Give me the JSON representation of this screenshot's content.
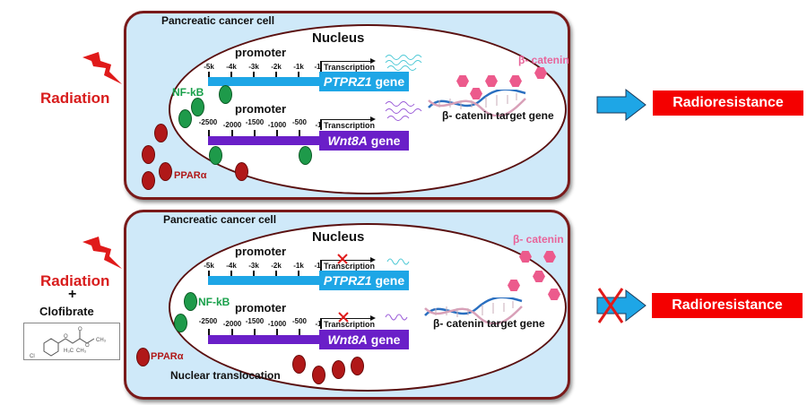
{
  "colors": {
    "cell_fill": "#cfe9f9",
    "cell_border": "#7a1a1a",
    "ptprz1_bar": "#1ea6e6",
    "wnt8a_bar": "#6a1fc8",
    "nfkb": "#1e9a4a",
    "ppara": "#b01818",
    "beta_catenin": "#ec5a8c",
    "radiation": "#d81c1c",
    "outcome_fill": "#f40000",
    "arrow": "#1ea6e6"
  },
  "panels": [
    {
      "id": "radiation-only",
      "stimulus": {
        "label": "Radiation",
        "drug": null
      },
      "cell_label": "Pancreatic cancer cell",
      "nucleus_label": "Nucleus",
      "genes": [
        {
          "promoter_label": "promoter",
          "ticks": [
            "-5k",
            "-4k",
            "-3k",
            "-2k",
            "-1k",
            "-1"
          ],
          "transcription_label": "Transcription",
          "gene_name": "PTPRZ1",
          "gene_suffix": "gene",
          "transcription_blocked": false
        },
        {
          "promoter_label": "promoter",
          "ticks": [
            "-2500",
            "-2000",
            "-1500",
            "-1000",
            "-500",
            "-1"
          ],
          "transcription_label": "Transcription",
          "gene_name": "Wnt8A",
          "gene_suffix": "gene",
          "transcription_blocked": false
        }
      ],
      "nfkb_label": "NF-kB",
      "ppara_label": "PPARα",
      "beta_catenin_label": "β- catenin",
      "target_gene_label": "β- catenin target gene",
      "nuclear_translocation_label": null,
      "outcome": {
        "label": "Radioresistance",
        "blocked": false
      }
    },
    {
      "id": "radiation-plus-clofibrate",
      "stimulus": {
        "label": "Radiation",
        "plus": "+",
        "drug": "Clofibrate",
        "structure_labels": [
          "O",
          "O",
          "O",
          "CH₃",
          "H₃C",
          "CH₃",
          "Cl"
        ]
      },
      "cell_label": "Pancreatic cancer cell",
      "nucleus_label": "Nucleus",
      "genes": [
        {
          "promoter_label": "promoter",
          "ticks": [
            "-5k",
            "-4k",
            "-3k",
            "-2k",
            "-1k",
            "-1"
          ],
          "transcription_label": "Transcription",
          "gene_name": "PTPRZ1",
          "gene_suffix": "gene",
          "transcription_blocked": true
        },
        {
          "promoter_label": "promoter",
          "ticks": [
            "-2500",
            "-2000",
            "-1500",
            "-1000",
            "-500",
            "-1"
          ],
          "transcription_label": "Transcription",
          "gene_name": "Wnt8A",
          "gene_suffix": "gene",
          "transcription_blocked": true
        }
      ],
      "nfkb_label": "NF-kB",
      "ppara_label": "PPARα",
      "beta_catenin_label": "β- catenin",
      "target_gene_label": "β- catenin target gene",
      "nuclear_translocation_label": "Nuclear translocation",
      "outcome": {
        "label": "Radioresistance",
        "blocked": true
      }
    }
  ]
}
